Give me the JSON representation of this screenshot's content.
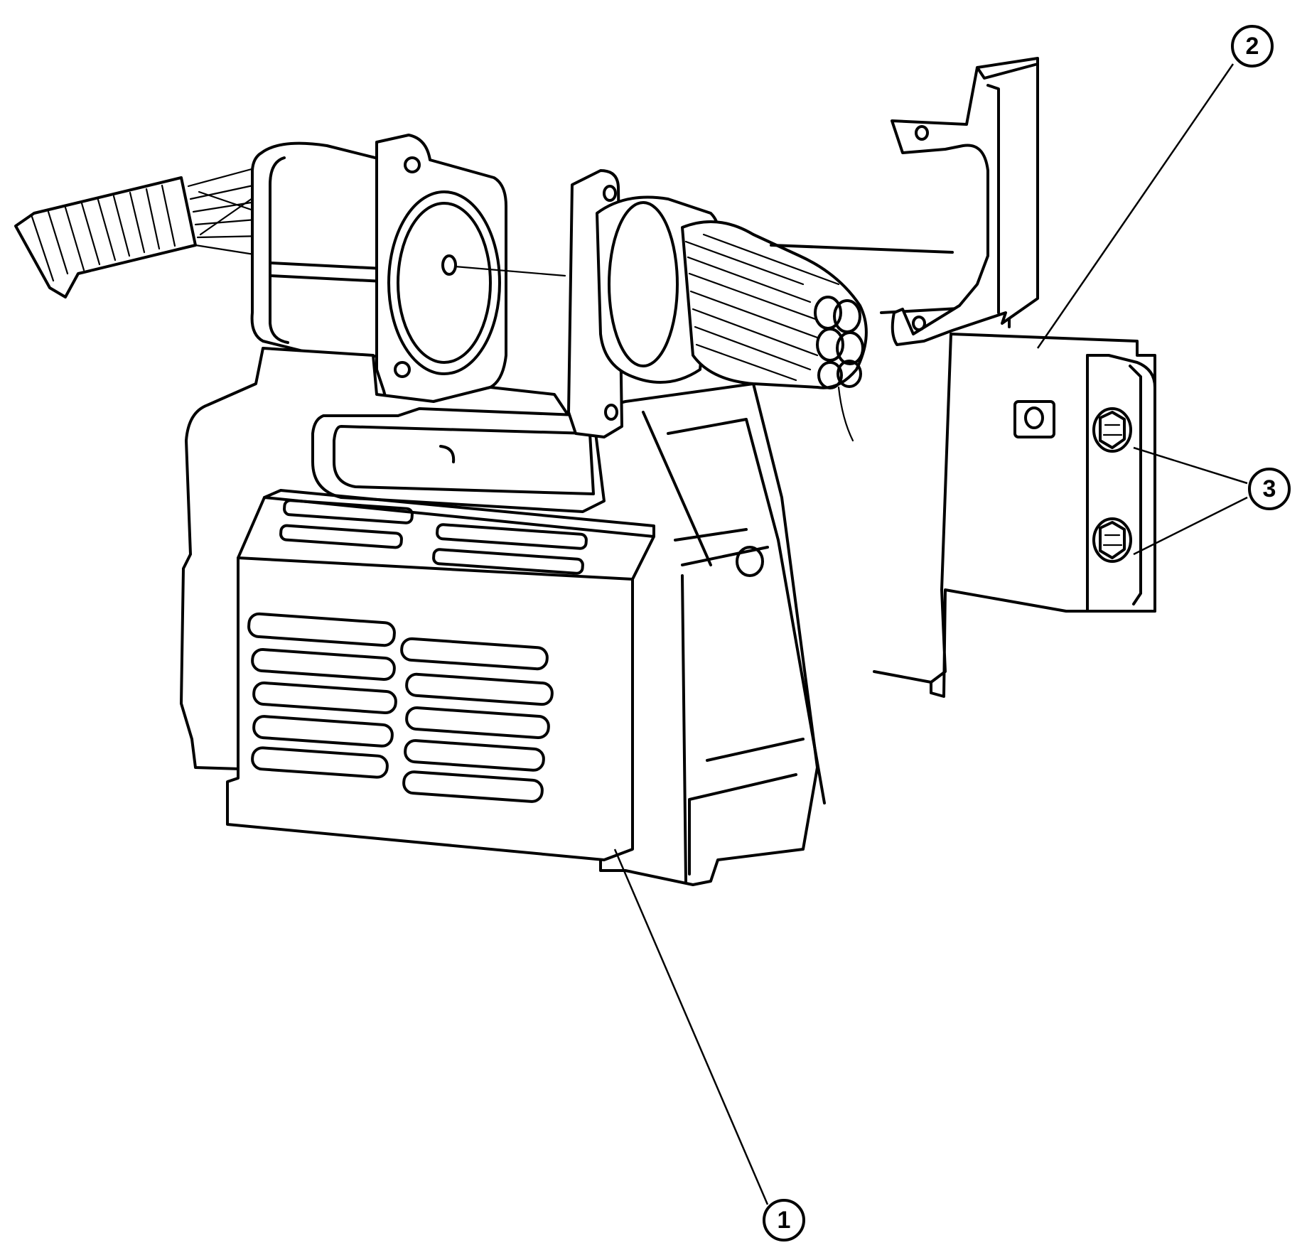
{
  "callouts": [
    {
      "id": "1",
      "label": "1",
      "part": "module"
    },
    {
      "id": "2",
      "label": "2",
      "part": "bracket"
    },
    {
      "id": "3",
      "label": "3",
      "part": "bolts"
    }
  ]
}
